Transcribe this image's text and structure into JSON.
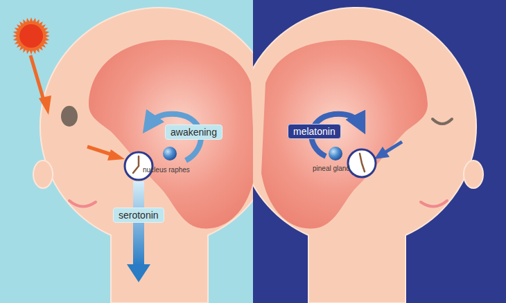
{
  "diagram": {
    "nodes": [
      {
        "text": [
          "awakening"
        ]
      },
      {
        "text": [
          "serotonin"
        ]
      },
      {
        "text": [
          "melatonin"
        ]
      }
    ],
    "labels": [
      "nucleus raphes",
      "pineal gland"
    ]
  }
}
